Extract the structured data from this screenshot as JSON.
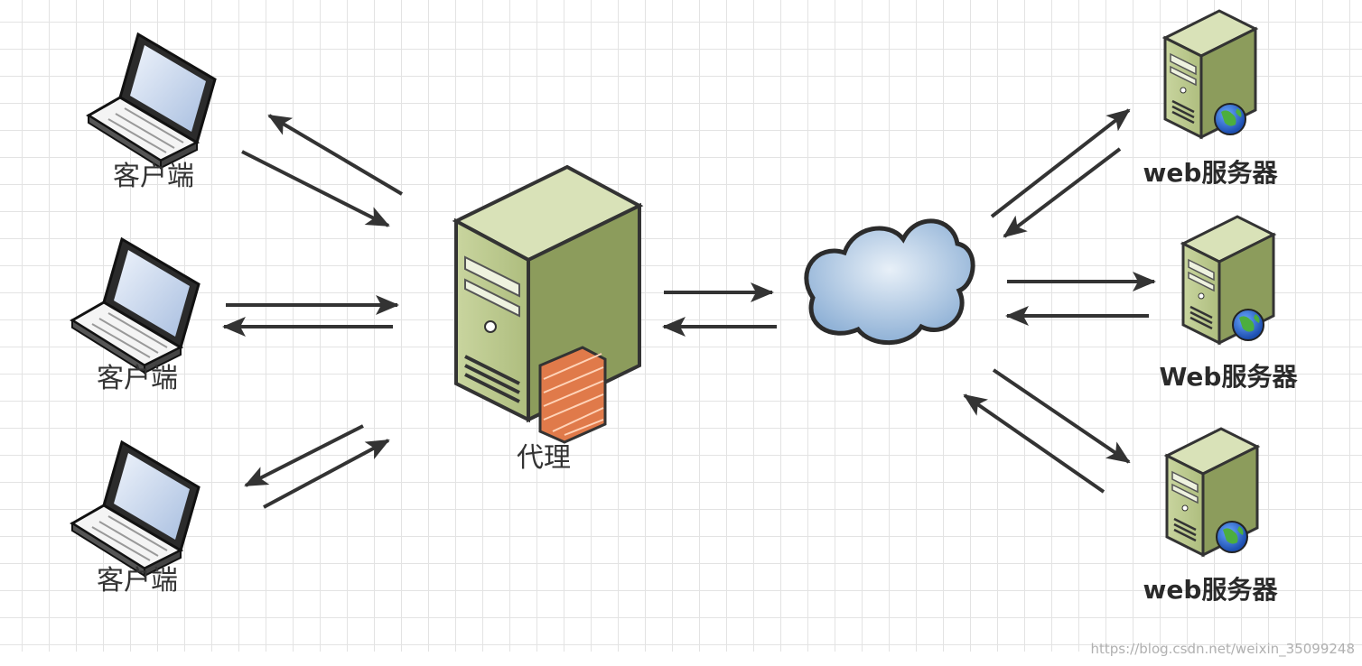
{
  "clients": [
    {
      "label": "客户端"
    },
    {
      "label": "客户端"
    },
    {
      "label": "客户端"
    }
  ],
  "proxy": {
    "label": "代理"
  },
  "servers": [
    {
      "label": "web服务器"
    },
    {
      "label": "Web服务器"
    },
    {
      "label": "web服务器"
    }
  ],
  "watermark": "https://blog.csdn.net/weixin_35099248",
  "colors": {
    "server_body": "#b5c48a",
    "server_dark": "#8a9a5a",
    "cloud": "#9dbcdc",
    "firewall": "#e07a4a",
    "arrow": "#333333"
  }
}
